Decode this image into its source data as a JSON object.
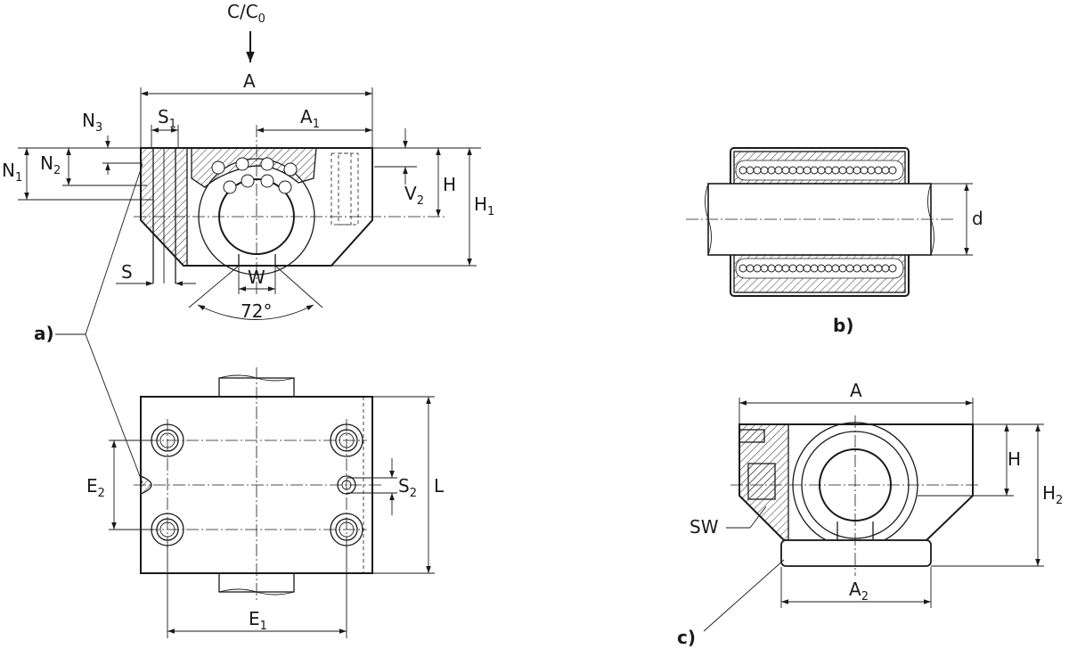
{
  "view_a": {
    "tag": "a)",
    "load": {
      "base": "C/C",
      "sub": "0"
    },
    "dims": {
      "A": "A",
      "A1": {
        "base": "A",
        "sub": "1"
      },
      "S1": {
        "base": "S",
        "sub": "1"
      },
      "N3": {
        "base": "N",
        "sub": "3"
      },
      "N2": {
        "base": "N",
        "sub": "2"
      },
      "N1": {
        "base": "N",
        "sub": "1"
      },
      "V2": {
        "base": "V",
        "sub": "2"
      },
      "H": "H",
      "H1": {
        "base": "H",
        "sub": "1"
      },
      "S": "S",
      "W": "W",
      "angle": "72°"
    }
  },
  "view_a_plan": {
    "dims": {
      "E2": {
        "base": "E",
        "sub": "2"
      },
      "S2": {
        "base": "S",
        "sub": "2"
      },
      "L": "L",
      "E1": {
        "base": "E",
        "sub": "1"
      }
    }
  },
  "view_b": {
    "tag": "b)",
    "dims": {
      "d": "d"
    }
  },
  "view_c": {
    "tag": "c)",
    "dims": {
      "A": "A",
      "H": "H",
      "H2": {
        "base": "H",
        "sub": "2"
      },
      "SW": "SW",
      "A2": {
        "base": "A",
        "sub": "2"
      }
    }
  }
}
